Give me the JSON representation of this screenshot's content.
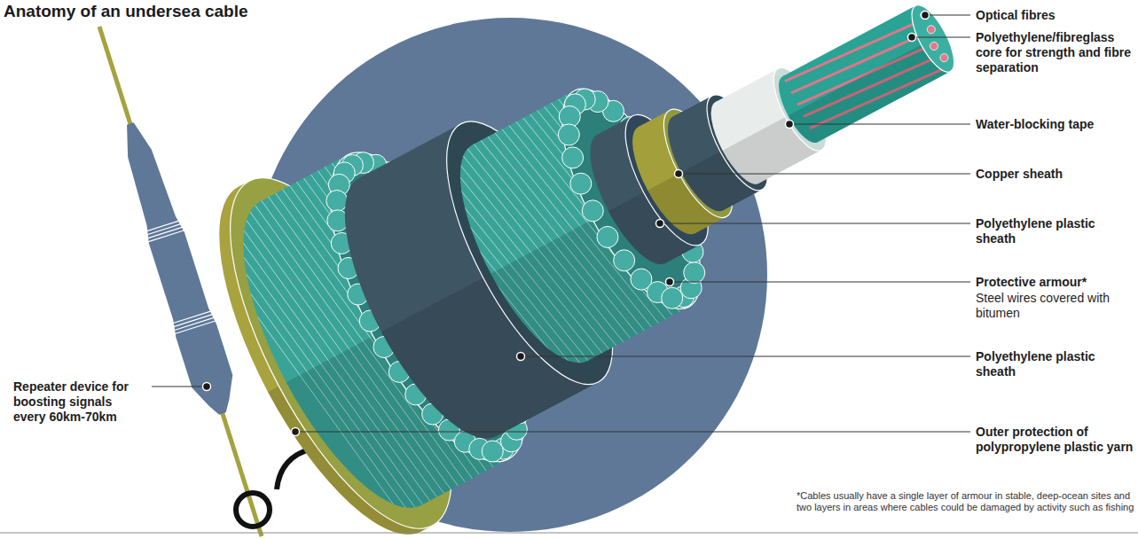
{
  "diagram": {
    "title": "Anatomy of an undersea cable",
    "labels": [
      "Optical fibres",
      "Polyethylene/fibreglass core for strength and fibre separation",
      "Water-blocking tape",
      "Copper sheath",
      "Polyethylene plastic sheath",
      "Protective armour*",
      "Steel wires covered with bitumen",
      "Polyethylene plastic sheath",
      "Outer protection of polypropylene plastic yarn",
      "Repeater device for boosting signals every 60km-70km",
      "*Cables usually have a single layer of armour in stable, deep-ocean sites and two layers in areas where cables could be damaged by activity such as fishing"
    ]
  }
}
